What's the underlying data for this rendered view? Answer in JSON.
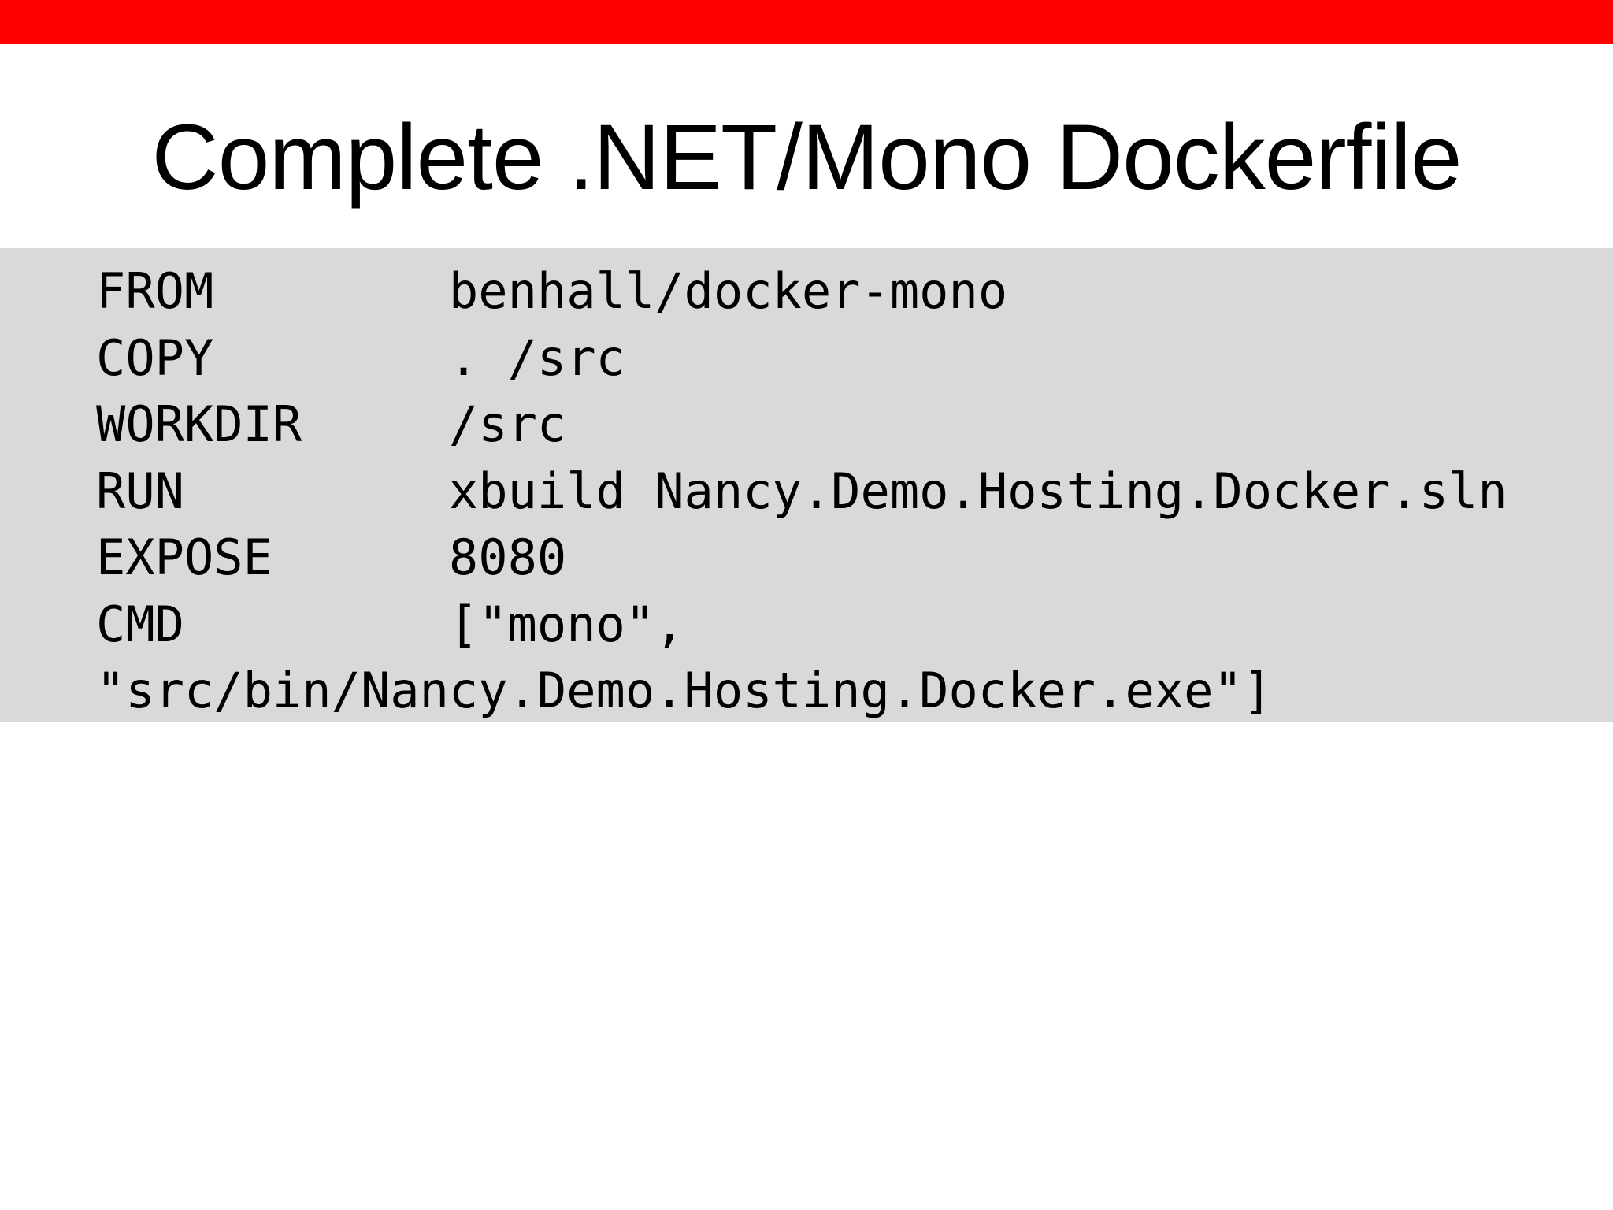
{
  "slide": {
    "title": "Complete .NET/Mono Dockerfile"
  },
  "code": {
    "language": "dockerfile",
    "lines": [
      "FROM        benhall/docker-mono",
      "COPY        . /src",
      "WORKDIR     /src",
      "RUN         xbuild Nancy.Demo.Hosting.Docker.sln",
      "EXPOSE      8080",
      "CMD         [\"mono\",",
      "\"src/bin/Nancy.Demo.Hosting.Docker.exe\"]"
    ]
  },
  "colors": {
    "accent-bar": "#FF0000",
    "code-background": "#D9D9D9",
    "text-color": "#000000",
    "page-background": "#FFFFFF"
  }
}
